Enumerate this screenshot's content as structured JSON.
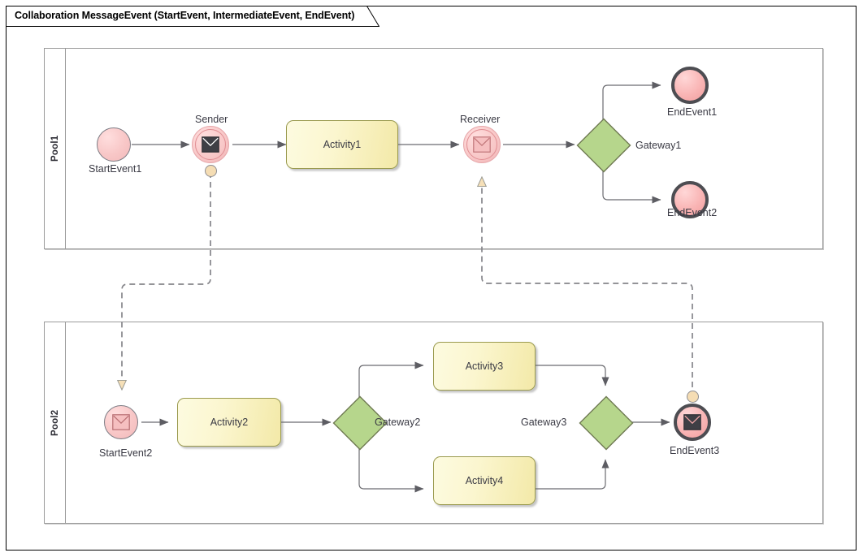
{
  "frame": {
    "title": "Collaboration MessageEvent (StartEvent, IntermediateEvent, EndEvent)"
  },
  "pools": [
    {
      "id": "pool1",
      "label": "Pool1"
    },
    {
      "id": "pool2",
      "label": "Pool2"
    }
  ],
  "nodes": {
    "start_event_1": {
      "label": "StartEvent1",
      "type": "start-event"
    },
    "sender": {
      "label": "Sender",
      "type": "intermediate-throw-message-event"
    },
    "activity_1": {
      "label": "Activity1",
      "type": "task"
    },
    "receiver": {
      "label": "Receiver",
      "type": "intermediate-catch-message-event"
    },
    "gateway_1": {
      "label": "Gateway1",
      "type": "exclusive-gateway"
    },
    "end_event_1": {
      "label": "EndEvent1",
      "type": "end-event"
    },
    "end_event_2": {
      "label": "EndEvent2",
      "type": "end-event"
    },
    "start_event_2": {
      "label": "StartEvent2",
      "type": "message-start-event"
    },
    "activity_2": {
      "label": "Activity2",
      "type": "task"
    },
    "gateway_2": {
      "label": "Gateway2",
      "type": "exclusive-gateway"
    },
    "activity_3": {
      "label": "Activity3",
      "type": "task"
    },
    "activity_4": {
      "label": "Activity4",
      "type": "task"
    },
    "gateway_3": {
      "label": "Gateway3",
      "type": "exclusive-gateway"
    },
    "end_event_3": {
      "label": "EndEvent3",
      "type": "message-end-event"
    }
  },
  "colors": {
    "event_pink": "#f8c7c7",
    "end_event_border": "#4d4d52",
    "task_fill": "#fbf6cf",
    "task_border": "#9a9a4e",
    "gateway_green": "#b6d68c",
    "gateway_border": "#6f7a52",
    "flow_line": "#6b6b70",
    "message_marker": "#f5ddb4",
    "pool_border": "#9a9a9a",
    "frame_border": "#000000"
  },
  "flows": {
    "sequence": [
      {
        "from": "start_event_1",
        "to": "sender"
      },
      {
        "from": "sender",
        "to": "activity_1"
      },
      {
        "from": "activity_1",
        "to": "receiver"
      },
      {
        "from": "receiver",
        "to": "gateway_1"
      },
      {
        "from": "gateway_1",
        "to": "end_event_1"
      },
      {
        "from": "gateway_1",
        "to": "end_event_2"
      },
      {
        "from": "start_event_2",
        "to": "activity_2"
      },
      {
        "from": "activity_2",
        "to": "gateway_2"
      },
      {
        "from": "gateway_2",
        "to": "activity_3"
      },
      {
        "from": "gateway_2",
        "to": "activity_4"
      },
      {
        "from": "activity_3",
        "to": "gateway_3"
      },
      {
        "from": "activity_4",
        "to": "gateway_3"
      },
      {
        "from": "gateway_3",
        "to": "end_event_3"
      }
    ],
    "message": [
      {
        "from": "sender",
        "to": "start_event_2"
      },
      {
        "from": "end_event_3",
        "to": "receiver"
      }
    ]
  }
}
